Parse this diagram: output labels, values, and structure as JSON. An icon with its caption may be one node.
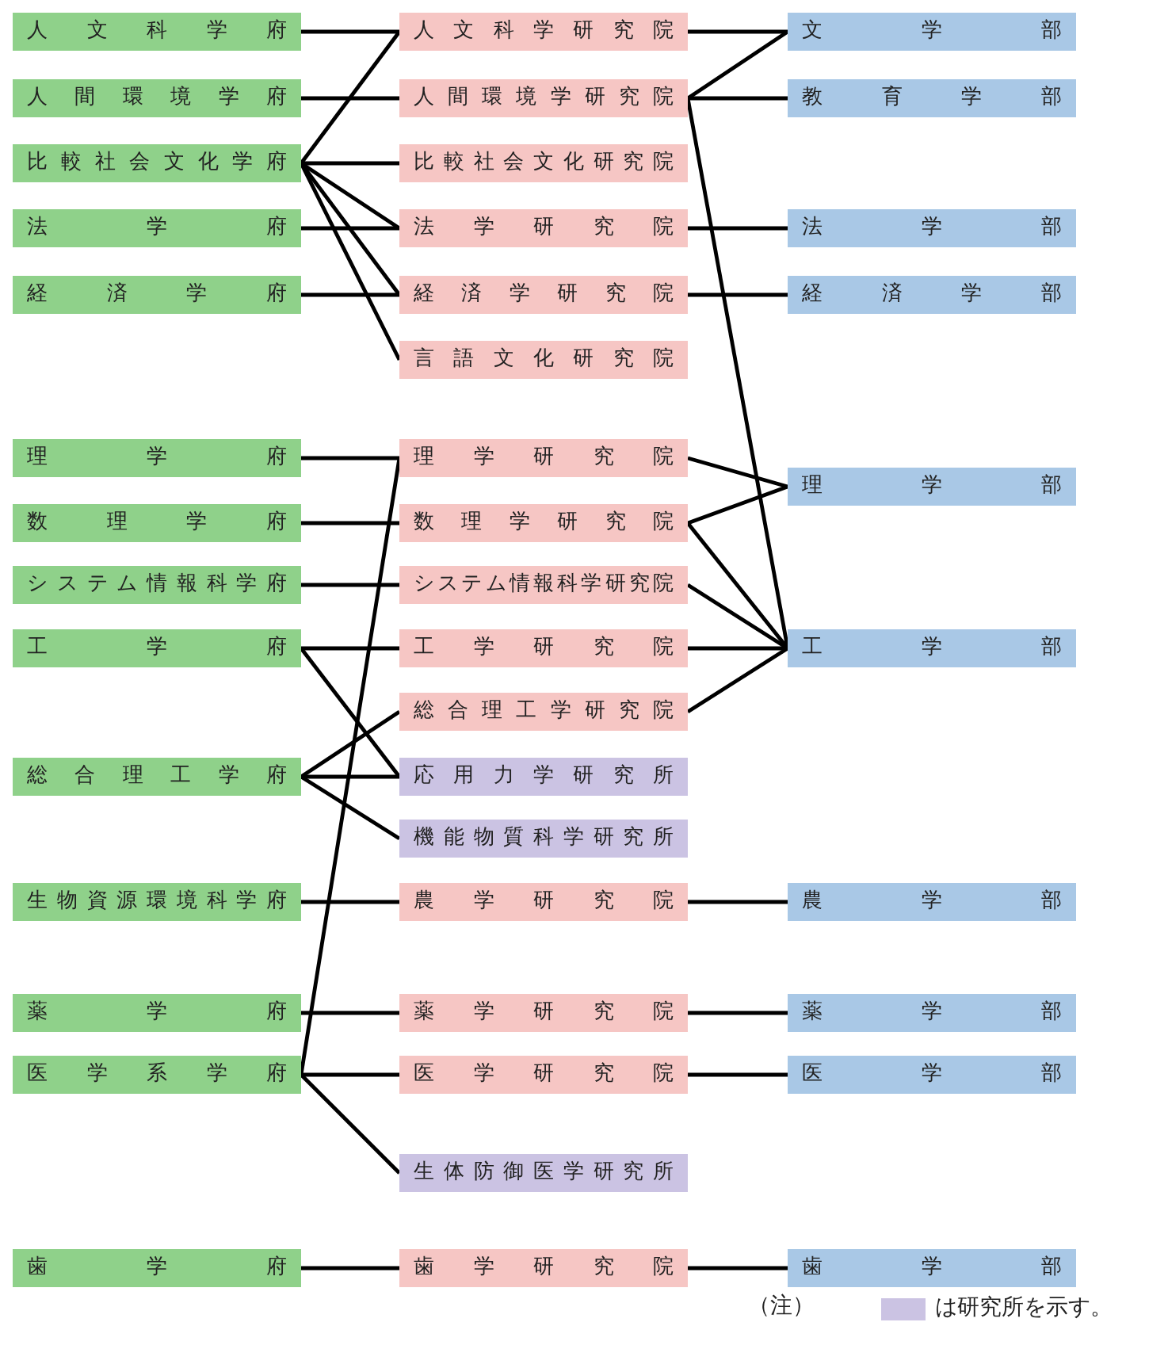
{
  "diagram": {
    "nodes": [
      {
        "text": [
          "人文科学府"
        ]
      },
      {
        "text": [
          "人間環境学府"
        ]
      },
      {
        "text": [
          "比較社会文化学府"
        ]
      },
      {
        "text": [
          "法学府"
        ]
      },
      {
        "text": [
          "経済学府"
        ]
      },
      {
        "text": [
          "理学府"
        ]
      },
      {
        "text": [
          "数理学府"
        ]
      },
      {
        "text": [
          "システム情報科学府"
        ]
      },
      {
        "text": [
          "工学府"
        ]
      },
      {
        "text": [
          "総合理工学府"
        ]
      },
      {
        "text": [
          "生物資源環境科学府"
        ]
      },
      {
        "text": [
          "薬学府"
        ]
      },
      {
        "text": [
          "医学系学府"
        ]
      },
      {
        "text": [
          "歯学府"
        ]
      },
      {
        "text": [
          "人文科学研究院"
        ]
      },
      {
        "text": [
          "人間環境学研究院"
        ]
      },
      {
        "text": [
          "比較社会文化研究院"
        ]
      },
      {
        "text": [
          "法学研究院"
        ]
      },
      {
        "text": [
          "経済学研究院"
        ]
      },
      {
        "text": [
          "言語文化研究院"
        ]
      },
      {
        "text": [
          "理学研究院"
        ]
      },
      {
        "text": [
          "数理学研究院"
        ]
      },
      {
        "text": [
          "システム情報科学研究院"
        ]
      },
      {
        "text": [
          "工学研究院"
        ]
      },
      {
        "text": [
          "総合理工学研究院"
        ]
      },
      {
        "text": [
          "応用力学研究所"
        ]
      },
      {
        "text": [
          "機能物質科学研究所"
        ]
      },
      {
        "text": [
          "農学研究院"
        ]
      },
      {
        "text": [
          "薬学研究院"
        ]
      },
      {
        "text": [
          "医学研究院"
        ]
      },
      {
        "text": [
          "生体防御医学研究所"
        ]
      },
      {
        "text": [
          "歯学研究院"
        ]
      },
      {
        "text": [
          "文学部"
        ]
      },
      {
        "text": [
          "教育学部"
        ]
      },
      {
        "text": [
          "法学部"
        ]
      },
      {
        "text": [
          "経済学部"
        ]
      },
      {
        "text": [
          "理学部"
        ]
      },
      {
        "text": [
          "工学部"
        ]
      },
      {
        "text": [
          "農学部"
        ]
      },
      {
        "text": [
          "薬学部"
        ]
      },
      {
        "text": [
          "医学部"
        ]
      },
      {
        "text": [
          "歯学部"
        ]
      }
    ],
    "edges": [
      {
        "from": 0,
        "to": 14,
        "arrow": "none"
      },
      {
        "from": 2,
        "to": 14,
        "arrow": "none"
      },
      {
        "from": 1,
        "to": 15,
        "arrow": "none"
      },
      {
        "from": 2,
        "to": 16,
        "arrow": "none"
      },
      {
        "from": 2,
        "to": 17,
        "arrow": "none"
      },
      {
        "from": 2,
        "to": 18,
        "arrow": "none"
      },
      {
        "from": 2,
        "to": 19,
        "arrow": "none"
      },
      {
        "from": 3,
        "to": 17,
        "arrow": "none"
      },
      {
        "from": 4,
        "to": 18,
        "arrow": "none"
      },
      {
        "from": 5,
        "to": 20,
        "arrow": "none"
      },
      {
        "from": 12,
        "to": 20,
        "arrow": "none"
      },
      {
        "from": 6,
        "to": 21,
        "arrow": "none"
      },
      {
        "from": 7,
        "to": 22,
        "arrow": "none"
      },
      {
        "from": 8,
        "to": 23,
        "arrow": "none"
      },
      {
        "from": 8,
        "to": 25,
        "arrow": "none"
      },
      {
        "from": 9,
        "to": 24,
        "arrow": "none"
      },
      {
        "from": 9,
        "to": 25,
        "arrow": "none"
      },
      {
        "from": 9,
        "to": 26,
        "arrow": "none"
      },
      {
        "from": 10,
        "to": 27,
        "arrow": "none"
      },
      {
        "from": 11,
        "to": 28,
        "arrow": "none"
      },
      {
        "from": 12,
        "to": 29,
        "arrow": "none"
      },
      {
        "from": 12,
        "to": 30,
        "arrow": "none"
      },
      {
        "from": 13,
        "to": 31,
        "arrow": "none"
      },
      {
        "from": 14,
        "to": 32,
        "arrow": "none"
      },
      {
        "from": 15,
        "to": 32,
        "arrow": "none"
      },
      {
        "from": 15,
        "to": 33,
        "arrow": "none"
      },
      {
        "from": 15,
        "to": 37,
        "arrow": "none"
      },
      {
        "from": 17,
        "to": 34,
        "arrow": "none"
      },
      {
        "from": 18,
        "to": 35,
        "arrow": "none"
      },
      {
        "from": 20,
        "to": 36,
        "arrow": "none"
      },
      {
        "from": 21,
        "to": 36,
        "arrow": "none"
      },
      {
        "from": 21,
        "to": 37,
        "arrow": "none"
      },
      {
        "from": 22,
        "to": 37,
        "arrow": "none"
      },
      {
        "from": 23,
        "to": 37,
        "arrow": "none"
      },
      {
        "from": 24,
        "to": 37,
        "arrow": "none"
      },
      {
        "from": 27,
        "to": 38,
        "arrow": "none"
      },
      {
        "from": 28,
        "to": 39,
        "arrow": "none"
      },
      {
        "from": 29,
        "to": 40,
        "arrow": "none"
      },
      {
        "from": 31,
        "to": 41,
        "arrow": "none"
      }
    ],
    "labels": [
      "（注）"
    ],
    "legend": [
      {
        "text": "は研究所を示す。",
        "color": "#cbc3e3"
      }
    ]
  }
}
